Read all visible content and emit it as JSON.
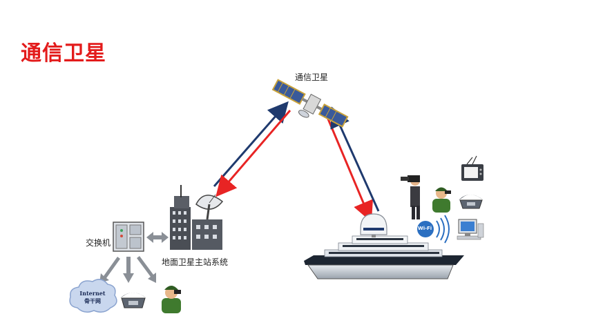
{
  "title": "通信卫星",
  "labels": {
    "satellite": "通信卫星",
    "switch": "交换机",
    "ground_station": "地面卫星主站系统",
    "internet_line1": "Internet",
    "internet_line2": "骨干网",
    "wifi": "Wi-Fi"
  },
  "colors": {
    "title": "#e31b1b",
    "uplink": "#e82424",
    "downlink": "#1f3a6e",
    "arrow_gray": "#8a8f96"
  },
  "icons": [
    "satellite-icon",
    "switch-cabinet-icon",
    "ground-station-icon",
    "cloud-icon",
    "telephone-icon",
    "soldier-icon",
    "cameraman-icon",
    "tv-icon",
    "computer-icon",
    "wifi-icon",
    "ship-icon"
  ]
}
